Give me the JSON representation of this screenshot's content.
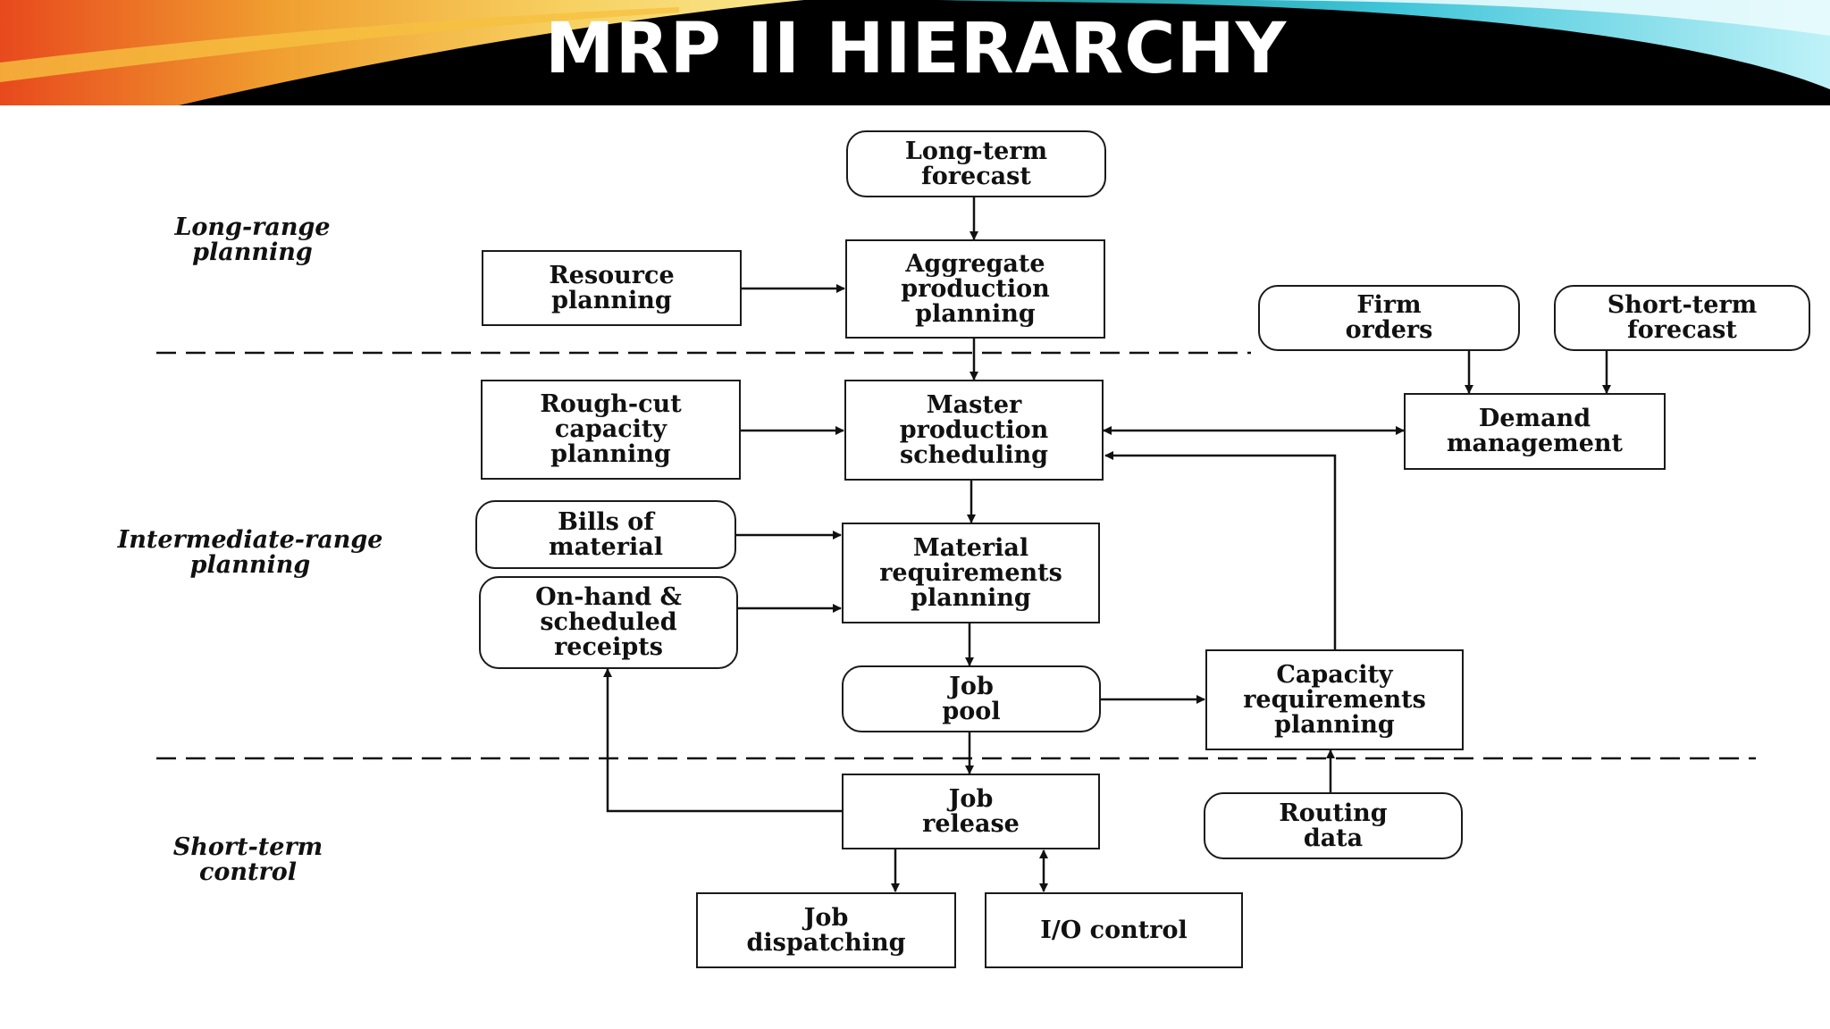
{
  "title": "MRP II HIERARCHY",
  "regions": {
    "long_range": "Long-range\nplanning",
    "intermediate_range": "Intermediate-range\nplanning",
    "short_term": "Short-term\ncontrol"
  },
  "nodes": {
    "long_term_forecast": "Long-term\nforecast",
    "resource_planning": "Resource\nplanning",
    "aggregate_production_planning": "Aggregate\nproduction\nplanning",
    "firm_orders": "Firm\norders",
    "short_term_forecast": "Short-term\nforecast",
    "rough_cut_capacity_planning": "Rough-cut\ncapacity\nplanning",
    "master_production_scheduling": "Master\nproduction\nscheduling",
    "demand_management": "Demand\nmanagement",
    "bills_of_material": "Bills of\nmaterial",
    "material_requirements_planning": "Material\nrequirements\nplanning",
    "on_hand_scheduled_receipts": "On-hand &\nscheduled\nreceipts",
    "job_pool": "Job\npool",
    "capacity_requirements_planning": "Capacity\nrequirements\nplanning",
    "job_release": "Job\nrelease",
    "routing_data": "Routing\ndata",
    "job_dispatching": "Job\ndispatching",
    "io_control": "I/O control"
  }
}
